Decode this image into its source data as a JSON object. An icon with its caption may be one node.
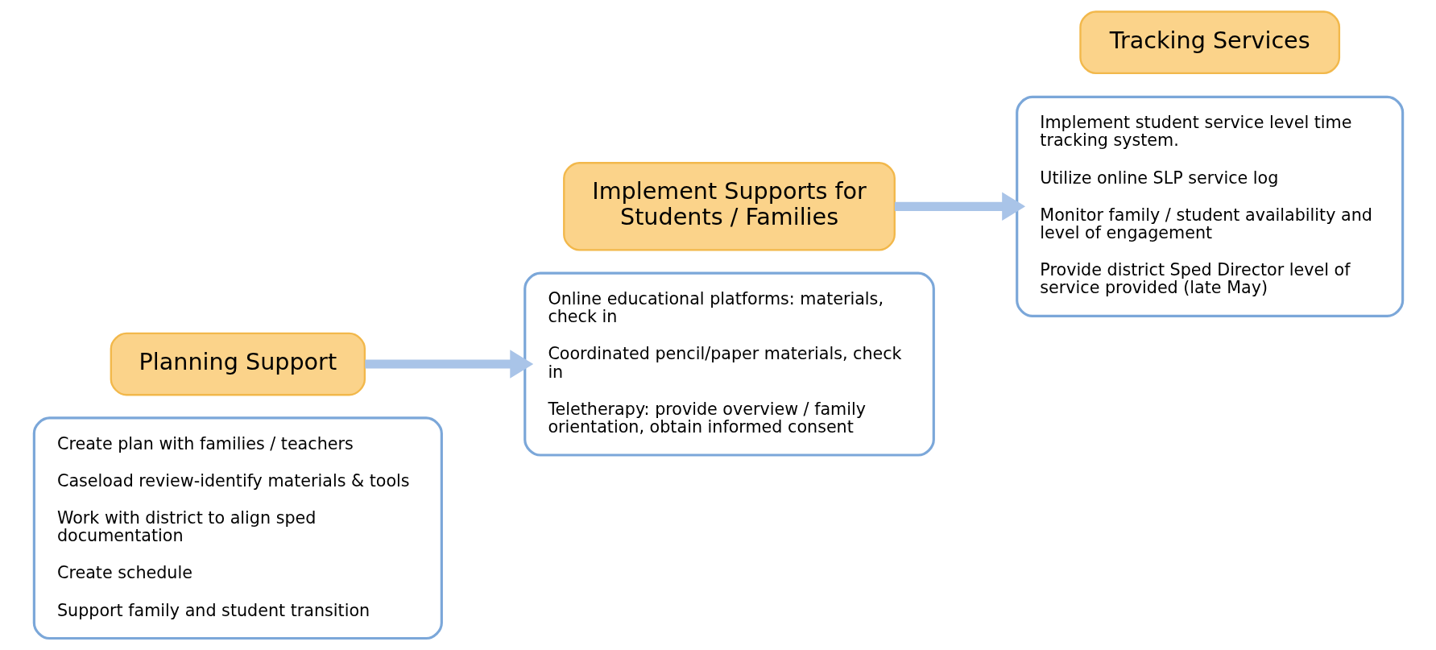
{
  "diagram": {
    "nodes": [
      {
        "text": [
          "Create plan with families / teachers",
          "Caseload review-identify materials & tools",
          "Work with district to align sped documentation",
          "Create schedule",
          "Support family and student transition"
        ]
      },
      {
        "text": [
          "Planning Support"
        ]
      },
      {
        "text": [
          "Online educational platforms: materials, check in",
          "Coordinated pencil/paper materials, check in",
          "Teletherapy: provide overview / family orientation, obtain informed consent"
        ]
      },
      {
        "text": [
          "Implement Supports for Students / Families"
        ]
      },
      {
        "text": [
          "Implement student service level time tracking system.",
          "Utilize online SLP service log",
          "Monitor family / student availability and level of engagement",
          "Provide district Sped Director level of service provided (late May)"
        ]
      },
      {
        "text": [
          "Tracking Services"
        ]
      }
    ],
    "edges": [
      {
        "from": 1,
        "to": 2,
        "arrow": "to"
      },
      {
        "from": 3,
        "to": 4,
        "arrow": "to"
      }
    ]
  }
}
